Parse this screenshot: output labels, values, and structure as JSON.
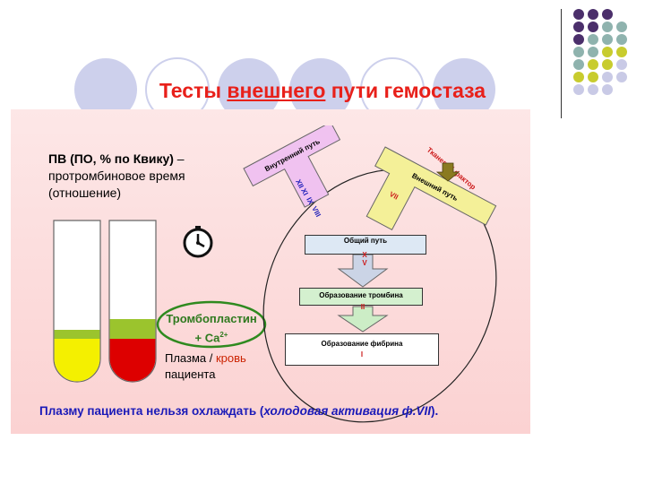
{
  "title": {
    "part1": "Тесты ",
    "part2": "внешнего",
    "part3": " пути гемостаза"
  },
  "pv": {
    "line1_bold": "ПВ (ПО, % по Квику)",
    "line1_rest": " –",
    "line2": "протромбиновое время",
    "line3": "(отношение)"
  },
  "reagent": {
    "line1": "Тромбопластин",
    "line2": "+ Ca",
    "sup": "2+"
  },
  "plasma": {
    "part1": "Плазма / ",
    "part2": "кровь",
    "line2": "пациента"
  },
  "warning": {
    "part1": "Плазму пациента нельзя охлаждать (",
    "part2": "холодовая активация ф.VII",
    "part3": ")."
  },
  "intrinsic": {
    "label": "Внутренний путь",
    "factors": [
      "XII",
      "XI",
      "IX",
      "VIII"
    ]
  },
  "tissue_factor": {
    "label": "Тканевой фактор"
  },
  "extrinsic": {
    "label": "Внешний путь",
    "factor": "VII"
  },
  "common": {
    "label": "Общий путь",
    "factors": [
      "X",
      "V"
    ]
  },
  "thrombin": {
    "label": "Образование тромбина",
    "factor": "II"
  },
  "fibrin": {
    "label": "Образование фибрина",
    "factor": "I"
  },
  "colors": {
    "title": "#e8201a",
    "dot_purple": "#4b2f6b",
    "dot_teal": "#8fb3ae",
    "dot_lime": "#c8cc2e",
    "dot_lavender": "#c9cae6"
  }
}
